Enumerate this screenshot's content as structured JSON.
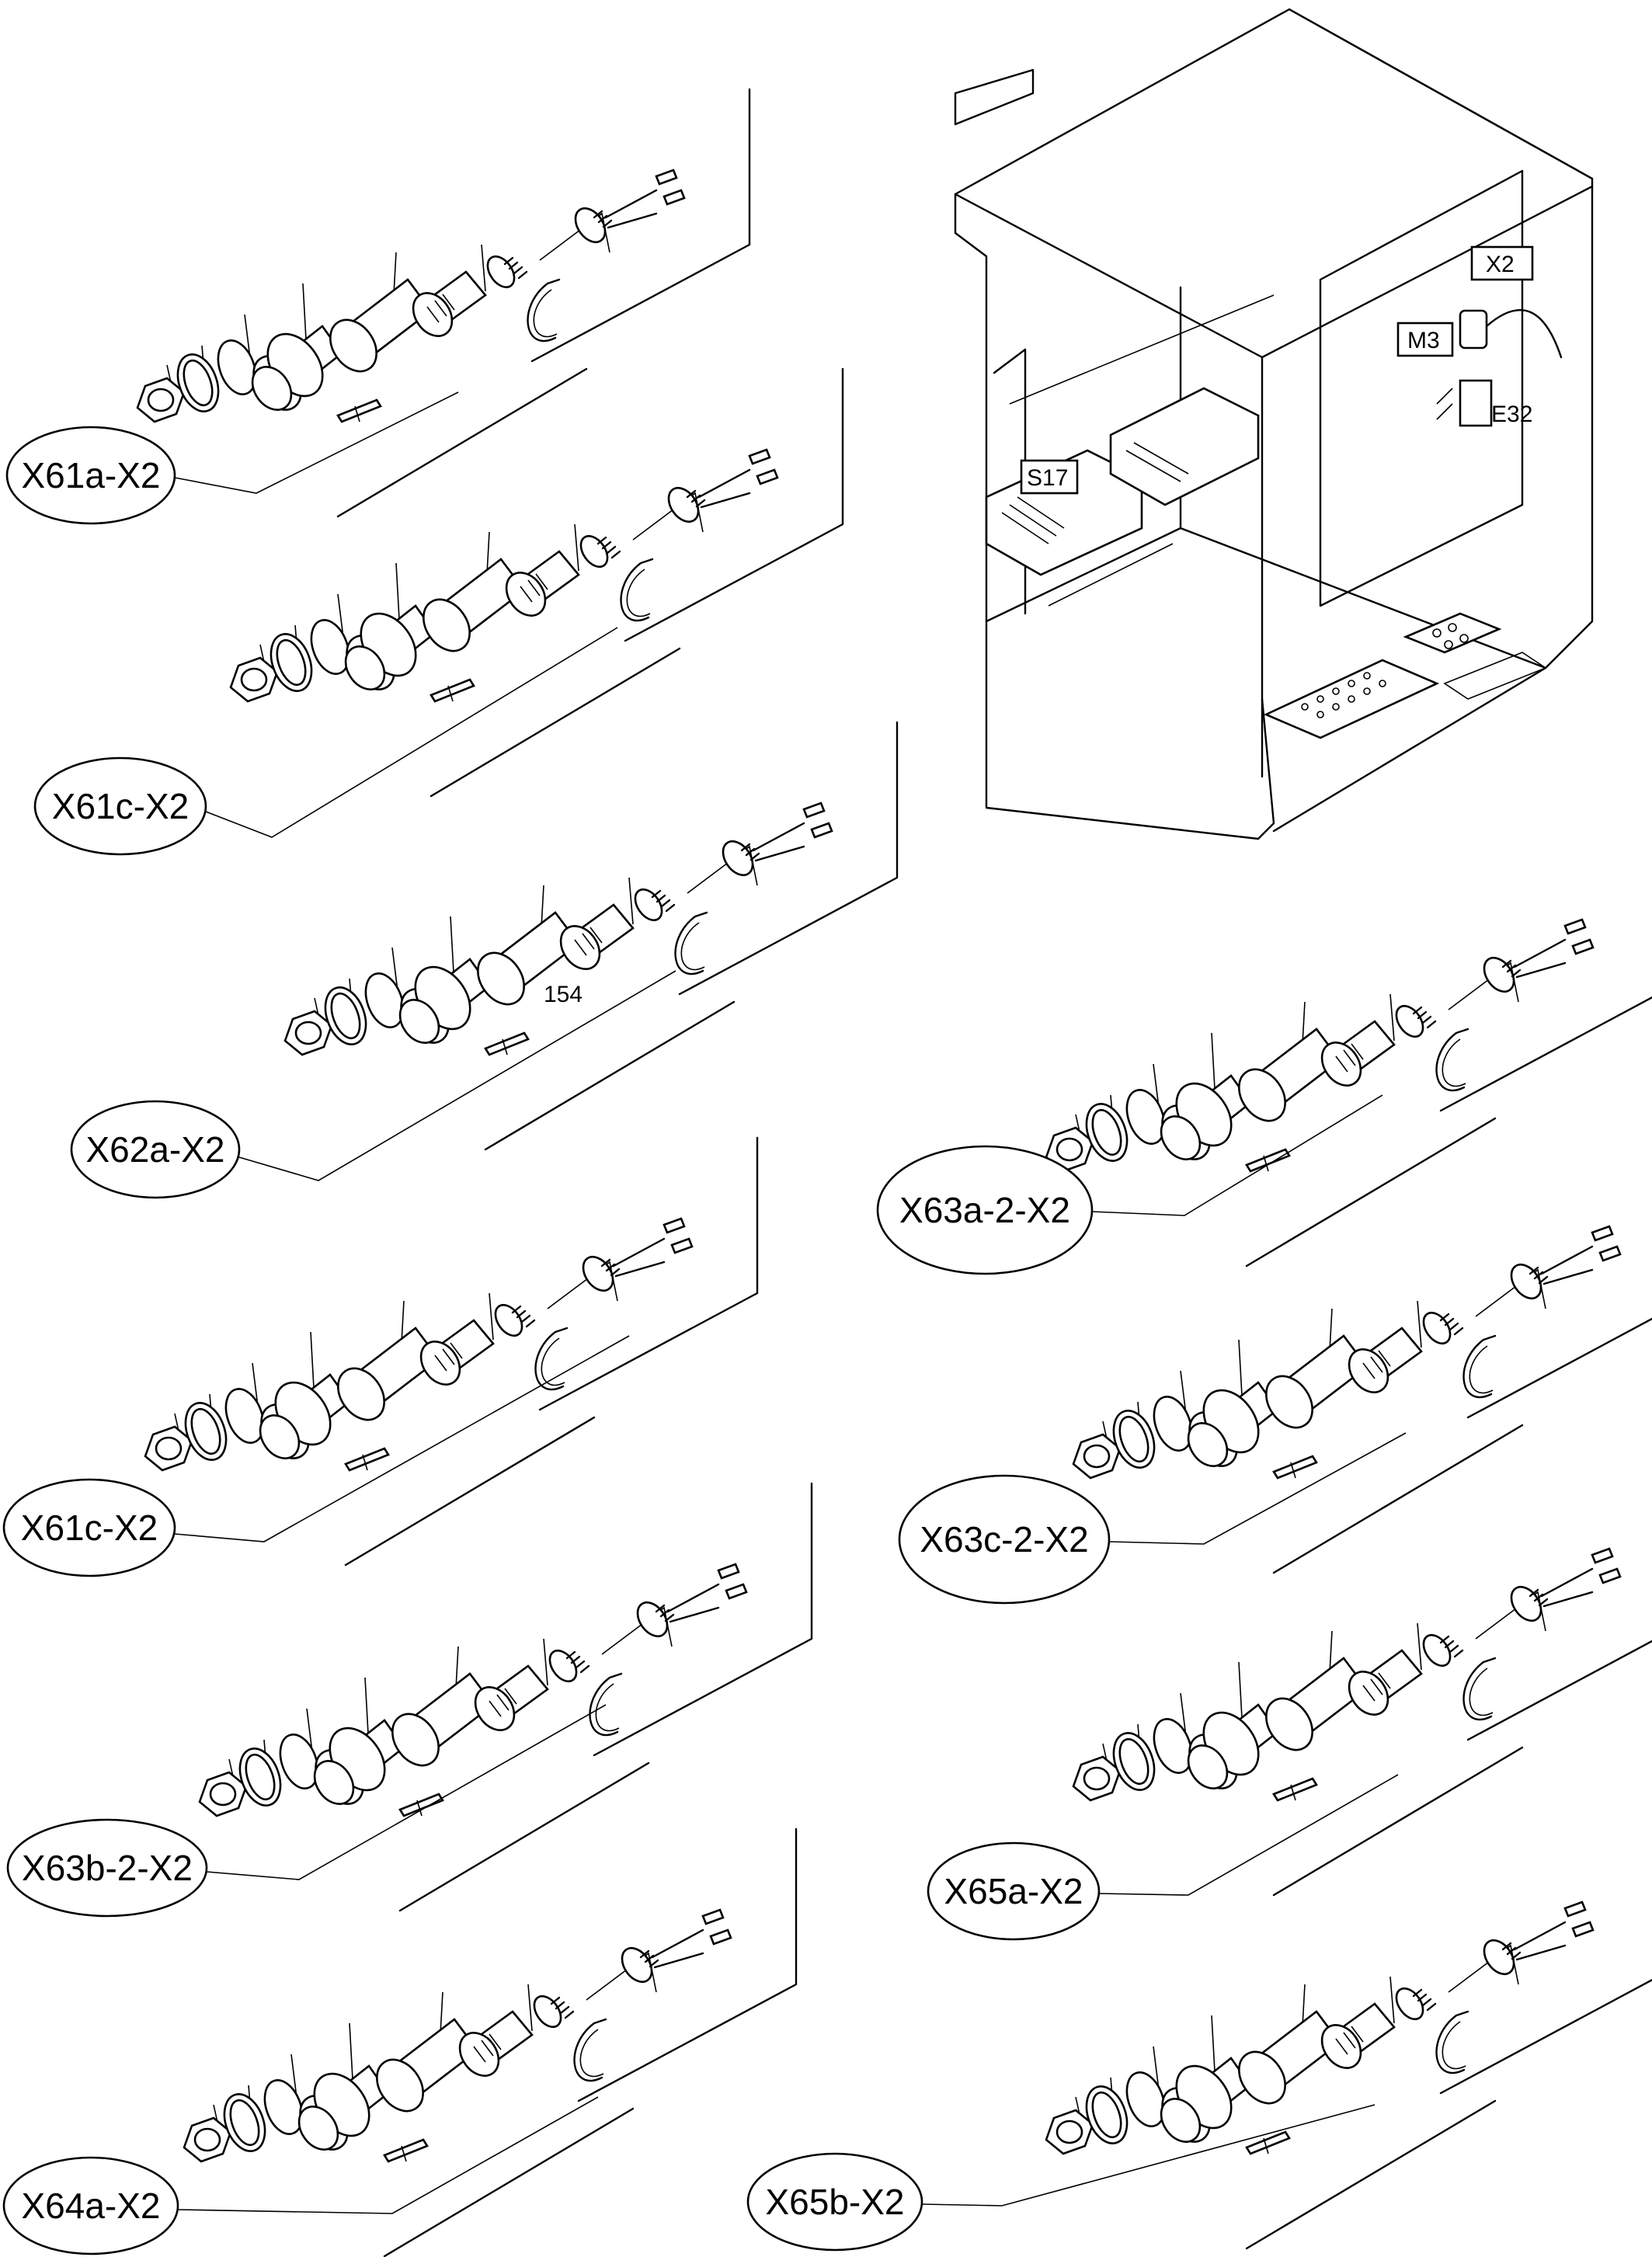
{
  "diagram": {
    "cabinet_labels": {
      "x2": "X2",
      "m3": "M3",
      "e32": "E32",
      "s17": "S17"
    },
    "part_number": "154",
    "assemblies": [
      {
        "id": "x61a",
        "label": "X61a-X2"
      },
      {
        "id": "x61c_top",
        "label": "X61c-X2"
      },
      {
        "id": "x62a",
        "label": "X62a-X2"
      },
      {
        "id": "x61c_mid",
        "label": "X61c-X2"
      },
      {
        "id": "x63b",
        "label": "X63b-2-X2"
      },
      {
        "id": "x64a",
        "label": "X64a-X2"
      },
      {
        "id": "x63a",
        "label": "X63a-2-X2"
      },
      {
        "id": "x63c",
        "label": "X63c-2-X2"
      },
      {
        "id": "x65a",
        "label": "X65a-X2"
      },
      {
        "id": "x65b",
        "label": "X65b-X2"
      }
    ]
  }
}
